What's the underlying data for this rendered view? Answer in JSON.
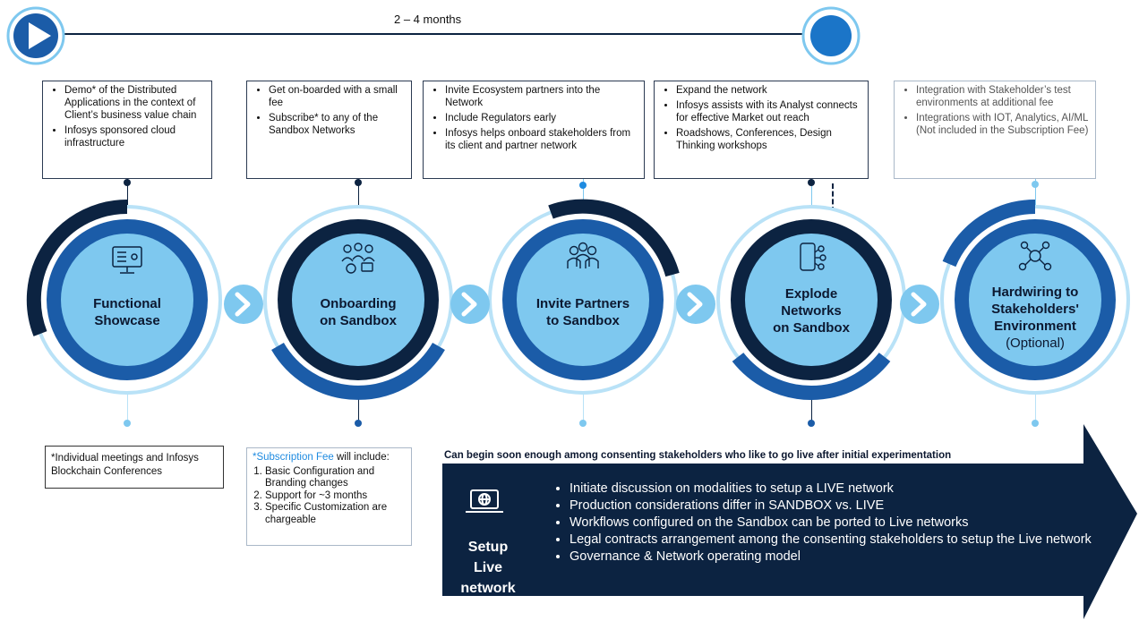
{
  "timeline": {
    "duration": "2  –  4 months"
  },
  "colors": {
    "navy": "#0c2341",
    "dark_blue": "#1b5ca8",
    "mid_blue": "#2f8fd8",
    "light_blue": "#7ec8ef",
    "pale_blue": "#b9e2f7"
  },
  "stages": [
    {
      "title_lines": [
        "Functional",
        "Showcase"
      ],
      "icon": "computer-monitor-icon",
      "bullets": [
        "Demo* of the Distributed Applications in the context of Client’s business value chain",
        "Infosys sponsored cloud infrastructure"
      ]
    },
    {
      "title_lines": [
        "Onboarding",
        "on Sandbox"
      ],
      "icon": "people-onboarding-icon",
      "bullets": [
        "Get on-boarded with a small fee",
        "Subscribe* to any of the Sandbox Networks"
      ]
    },
    {
      "title_lines": [
        "Invite Partners",
        "to Sandbox"
      ],
      "icon": "group-people-icon",
      "bullets": [
        "Invite Ecosystem partners into the Network",
        "Include Regulators early",
        "Infosys helps onboard stakeholders from its client and partner network"
      ]
    },
    {
      "title_lines": [
        "Explode",
        "Networks",
        "on Sandbox"
      ],
      "icon": "mobile-network-icon",
      "bullets": [
        "Expand the network",
        "Infosys assists with its Analyst connects for effective Market out reach",
        "Roadshows, Conferences, Design Thinking workshops"
      ]
    },
    {
      "title_lines": [
        "Hardwiring to",
        "Stakeholders'",
        "Environment"
      ],
      "optional": "(Optional)",
      "icon": "stakeholder-network-icon",
      "bullets": [
        "Integration with Stakeholder’s test environments at additional fee",
        "Integrations with IOT, Analytics, AI/ML (Not included in the Subscription Fee)"
      ]
    }
  ],
  "notes": {
    "meetings": "*Individual meetings and Infosys Blockchain Conferences",
    "subscription_highlight": "*Subscription Fee",
    "subscription_rest": " will include:",
    "subscription_items": [
      "Basic Configuration and Branding changes",
      "Support for ~3 months",
      "Specific Customization are chargeable"
    ]
  },
  "live": {
    "banner": "Can begin soon enough among consenting stakeholders who like to go live after initial experimentation",
    "title_lines": [
      "Setup",
      "Live",
      "network"
    ],
    "icon": "laptop-globe-icon",
    "bullets": [
      "Initiate discussion on modalities to setup a LIVE network",
      "Production considerations differ in SANDBOX vs. LIVE",
      "Workflows configured on the Sandbox can be ported to Live networks",
      "Legal contracts arrangement among the consenting stakeholders to setup the Live network",
      "Governance & Network operating model"
    ]
  }
}
